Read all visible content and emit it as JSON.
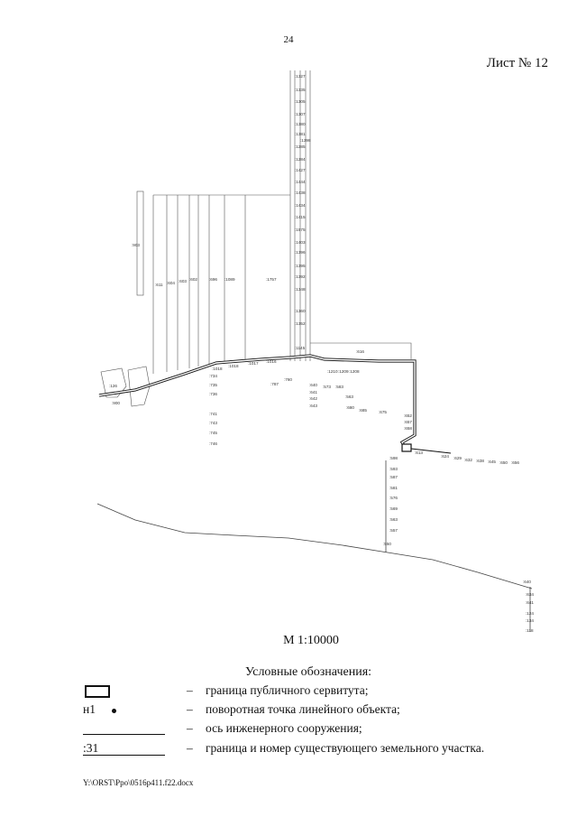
{
  "header": {
    "page_number": "24",
    "sheet": "Лист № 12"
  },
  "map": {
    "parcel_labels": [
      ":1327",
      ":1335",
      ":1305",
      ":1307",
      ":1380",
      ":1381",
      ":1398",
      ":1285",
      ":1284",
      ":1427",
      ":1444",
      ":1438",
      ":1434",
      ":1415",
      ":1575",
      ":1403",
      ":1396",
      ":1395",
      ":1392",
      ":1348",
      ":1360",
      ":1352",
      ":1145",
      ":1757",
      ":1089",
      ":696",
      ":602",
      ":603",
      ":604",
      ":611",
      ":903",
      ":616",
      ":1018",
      ":734",
      ":735",
      ":736",
      ":741",
      ":743",
      ":745",
      ":746",
      ":787",
      ":760",
      ":640",
      ":641",
      ":642",
      ":643",
      ":573",
      ":563",
      ":583",
      ":680",
      ":685",
      ":675",
      ":613",
      ":624",
      ":629",
      ":632",
      ":638",
      ":645",
      ":650",
      ":656",
      ":598",
      ":593",
      ":587",
      ":581",
      ":576",
      ":569",
      ":563",
      ":557",
      ":550",
      ":126",
      ":900",
      ":640",
      ":634",
      ":641",
      ":124",
      ":134",
      ":118",
      ":1018",
      ":1017",
      ":1016",
      ":652",
      ":657",
      ":658",
      ":1210",
      ":1209",
      ":1208"
    ]
  },
  "scale": "М 1:10000",
  "legend": {
    "title": "Условные обозначения:",
    "items": [
      {
        "symbol_label": "",
        "description": "граница публичного сервитута;"
      },
      {
        "symbol_label": "н1",
        "description": "поворотная точка линейного объекта;"
      },
      {
        "symbol_label": "",
        "description": "ось инженерного сооружения;"
      },
      {
        "symbol_label": ":31",
        "description": "граница и номер существующего земельного участка."
      }
    ],
    "dash": "–"
  },
  "footer": {
    "path": "Y:\\ORST\\Ppo\\0516p411.f22.docx"
  }
}
